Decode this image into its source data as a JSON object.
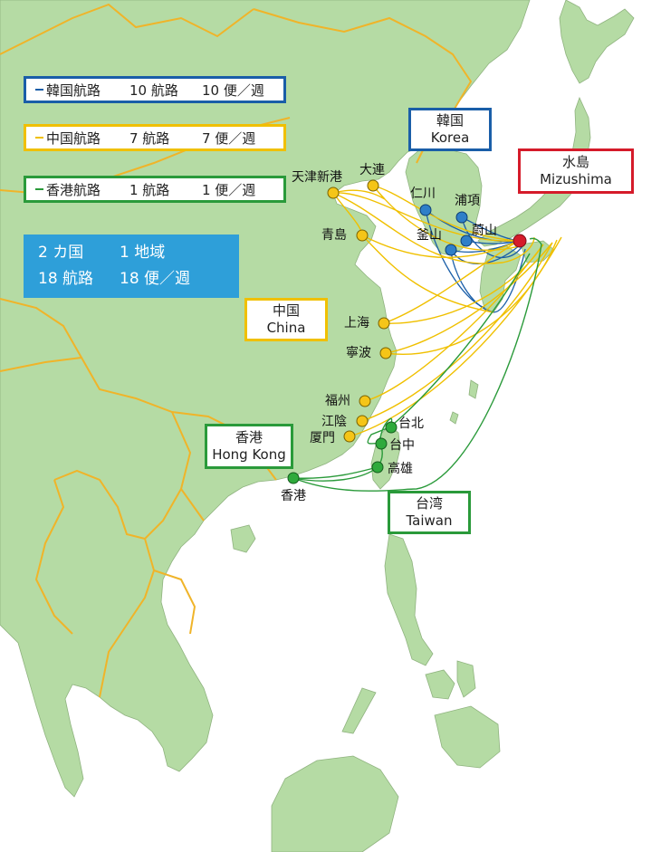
{
  "legend": {
    "korea": {
      "route": "韓国航路",
      "routes": "10 航路",
      "freq": "10 便／週",
      "color": "#1a5ea8"
    },
    "china": {
      "route": "中国航路",
      "routes": "7 航路",
      "freq": "7 便／週",
      "color": "#f0c000"
    },
    "hongkong": {
      "route": "香港航路",
      "routes": "1 航路",
      "freq": "1 便／週",
      "color": "#2a9a3a"
    }
  },
  "summary": {
    "countries": "2 カ国",
    "regions": "1 地域",
    "routes": "18 航路",
    "freq": "18 便／週"
  },
  "regions": {
    "korea": {
      "jp": "韓国",
      "en": "Korea"
    },
    "mizushima": {
      "jp": "水島",
      "en": "Mizushima"
    },
    "china": {
      "jp": "中国",
      "en": "China"
    },
    "hongkong": {
      "jp": "香港",
      "en": "Hong Kong"
    },
    "taiwan": {
      "jp": "台湾",
      "en": "Taiwan"
    }
  },
  "ports": {
    "tianjin": "天津新港",
    "dalian": "大連",
    "qingdao": "青島",
    "shanghai": "上海",
    "ningbo": "寧波",
    "fuzhou": "福州",
    "jiangyin": "江陰",
    "xiamen": "厦門",
    "hongkong": "香港",
    "incheon": "仁川",
    "pohang": "浦項",
    "busan": "釜山",
    "ulsan": "蔚山",
    "taipei": "台北",
    "taichung": "台中",
    "kaohsiung": "高雄"
  },
  "colors": {
    "land": "#b5dba4",
    "sea": "#ffffff",
    "border": "#f0b429",
    "korea_route": "#1a5ea8",
    "china_route": "#f0c000",
    "hk_route": "#2a9a3a",
    "mizushima_marker": "#d51b2a"
  }
}
